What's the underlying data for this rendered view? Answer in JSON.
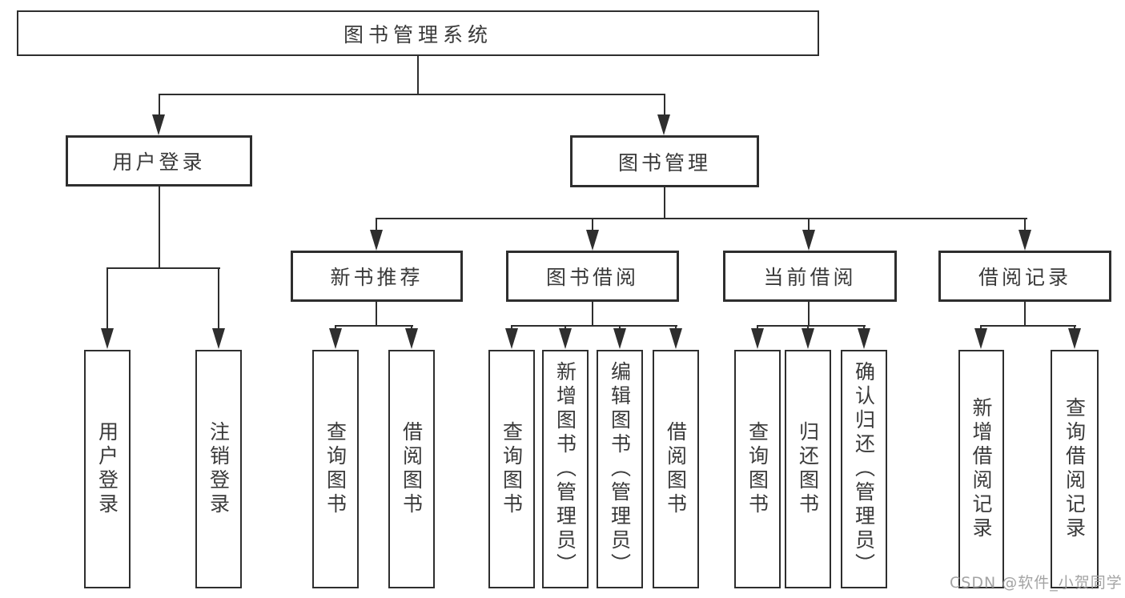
{
  "tree": {
    "root": {
      "label": "图书管理系统"
    },
    "login": {
      "label": "用户登录",
      "children": [
        "用户登录",
        "注销登录"
      ]
    },
    "management": {
      "label": "图书管理",
      "children": [
        {
          "label": "新书推荐",
          "children": [
            "查询图书",
            "借阅图书"
          ]
        },
        {
          "label": "图书借阅",
          "children": [
            "查询图书",
            "新增图书（管理员）",
            "编辑图书（管理员）",
            "借阅图书"
          ]
        },
        {
          "label": "当前借阅",
          "children": [
            "查询图书",
            "归还图书",
            "确认归还（管理员）"
          ]
        },
        {
          "label": "借阅记录",
          "children": [
            "新增借阅记录",
            "查询借阅记录"
          ]
        }
      ]
    }
  },
  "watermark": {
    "text": "CSDN @软件_小贺同学"
  },
  "colors": {
    "line": "#2e2e2e",
    "text": "#3a3a3a",
    "background": "#ffffff",
    "watermark": "#9e9e9e"
  }
}
